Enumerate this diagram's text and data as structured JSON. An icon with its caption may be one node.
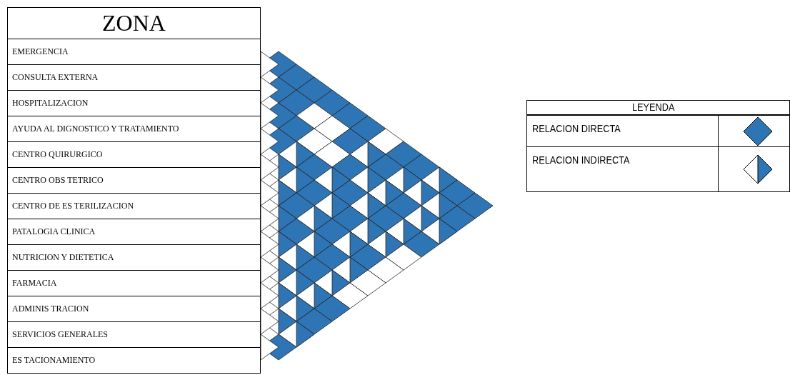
{
  "diagram": {
    "labels": [
      "ZONA",
      "EMERGENCIA",
      "CONSULTA EXTERNA",
      "HOSPITALIZACION",
      "AYUDA AL DIGNOSTICO Y TRATAMIENTO",
      "CENTRO QUIRURGICO",
      "CENTRO OBS TETRICO",
      "CENTRO DE ES TERILIZACION",
      "PATALOGIA CLINICA",
      "NUTRICION Y DIETETICA",
      "FARMACIA",
      "ADMINIS TRACION",
      "SERVICIOS GENERALES",
      "ES TACIONAMIENTO",
      "LEYENDA"
    ],
    "legend": [
      {
        "text": "RELACION DIRECTA"
      },
      {
        "text": "RELACION INDIRECTA"
      }
    ]
  }
}
